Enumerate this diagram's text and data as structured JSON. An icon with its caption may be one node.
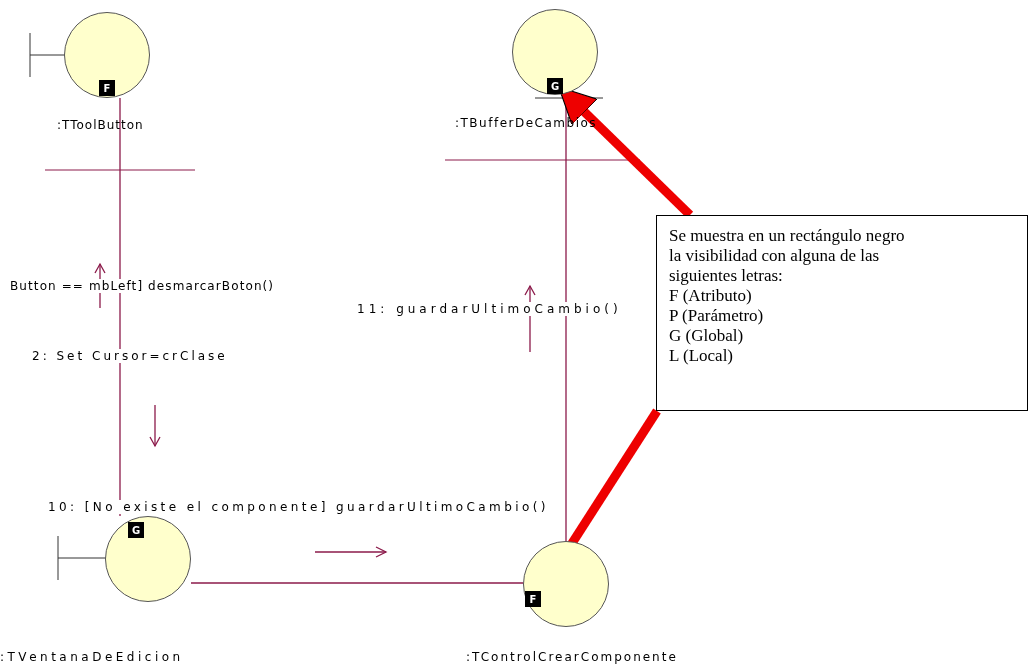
{
  "diagram": {
    "nodes": [
      {
        "text": [
          ":TToolButton"
        ]
      },
      {
        "text": [
          ":TBufferDeCambios"
        ]
      },
      {
        "text": [
          ":TVentanaDeEdicion"
        ]
      },
      {
        "text": [
          ":TControlCrearComponente"
        ]
      },
      {
        "text": [
          "Se muestra en un rectángulo negro la visibilidad con alguna de las siguientes  letras:",
          "F (Atributo)",
          "P (Parámetro)",
          "G (Global)",
          "L (Local)"
        ]
      },
      {
        "text": [
          "F"
        ],
        "in": 0
      },
      {
        "text": [
          "G"
        ],
        "in": 1
      },
      {
        "text": [
          "G"
        ],
        "in": 2
      },
      {
        "text": [
          "F"
        ],
        "in": 3
      }
    ],
    "edges": [
      {
        "from": 0,
        "to": 2,
        "arrow": "none",
        "color": "#8b1a4a"
      },
      {
        "from": 1,
        "to": 3,
        "arrow": "none",
        "color": "#8b1a4a"
      },
      {
        "from": 2,
        "to": 3,
        "arrow": "none",
        "color": "#8b1a4a"
      },
      {
        "from": 4,
        "to": 6,
        "arrow": "to",
        "style": "thick",
        "color": "#ee0000"
      },
      {
        "from": 4,
        "to": 8,
        "arrow": "to",
        "style": "thick",
        "color": "#ee0000"
      }
    ],
    "labels": [
      "Button == mbLeft] desmarcarBoton()",
      "11: guardarUltimoCambio()",
      "2: Set Cursor=crClase",
      "10: [No existe el componente] guardarUltimoCambio()"
    ]
  }
}
